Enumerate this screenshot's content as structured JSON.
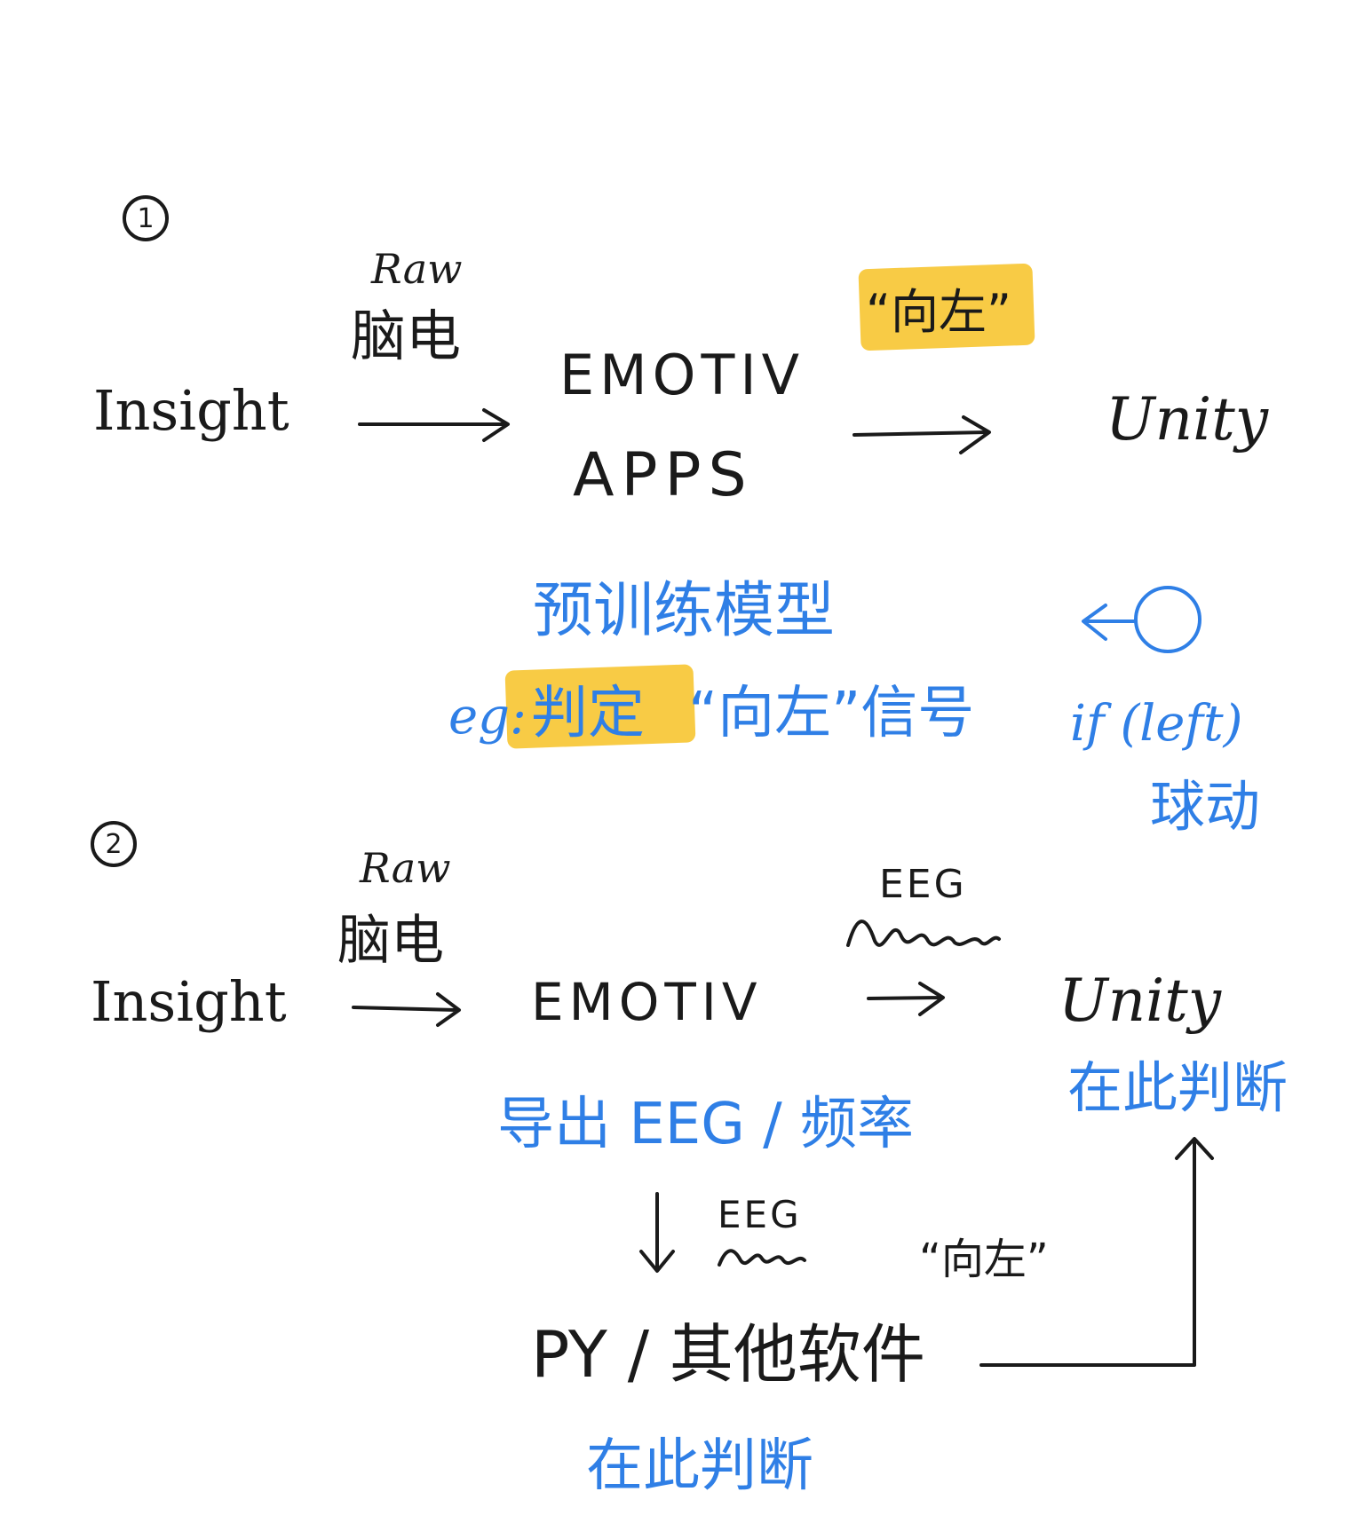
{
  "section1": {
    "number": "1",
    "source": "Insight",
    "raw_label": "Raw",
    "brain_label": "脑电",
    "emotiv_line1": "EMOTIV",
    "emotiv_line2": "APPS",
    "signal_quote": "“向左”",
    "target": "Unity",
    "pretrain": "预训练模型",
    "example_prefix": "eg:",
    "example_judge": "判定",
    "example_rest": "“向左”信号",
    "if_code": "if (left)",
    "ball_move": "球动"
  },
  "section2": {
    "number": "2",
    "source": "Insight",
    "raw_label": "Raw",
    "brain_label": "脑电",
    "emotiv": "EMOTIV",
    "eeg_top": "EEG",
    "target": "Unity",
    "judge_here_unity": "在此判断",
    "export": "导出 EEG / 频率",
    "eeg_down": "EEG",
    "software": "PY / 其他软件",
    "judge_here_py": "在此判断",
    "signal_quote": "“向左”"
  },
  "colors": {
    "ink": "#1a1a1a",
    "blue": "#2f7fe6",
    "highlight": "#f7c531"
  }
}
